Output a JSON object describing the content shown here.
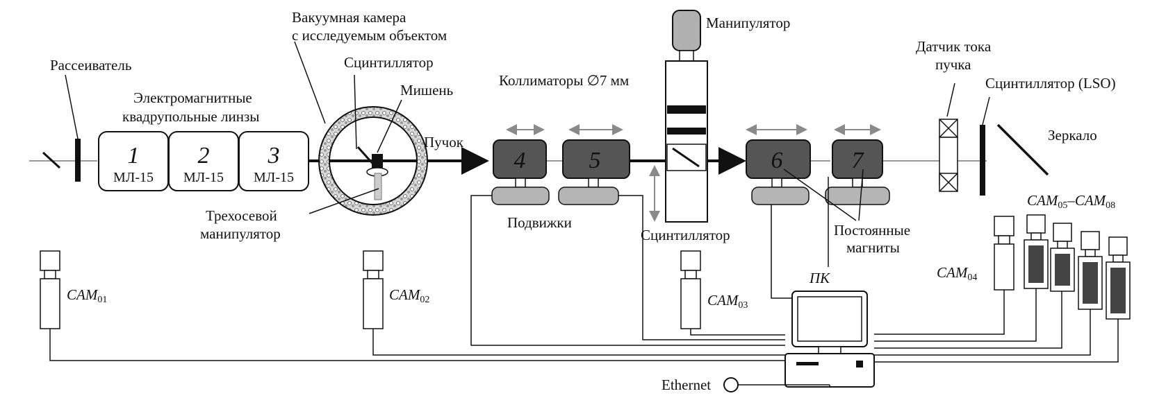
{
  "labels": {
    "scatterer": "Рассеиватель",
    "quad_lenses_1": "Электромагнитные",
    "quad_lenses_2": "квадрупольные линзы",
    "vacuum_1": "Вакуумная камера",
    "vacuum_2": "с исследуемым объектом",
    "scint_top": "Сцинтиллятор",
    "target": "Мишень",
    "beam": "Пучок",
    "three_axis_1": "Трехосевой",
    "three_axis_2": "манипулятор",
    "manipulator": "Манипулятор",
    "collimators": "Коллиматоры ∅7 мм",
    "stages": "Подвижки",
    "scint_mid": "Сцинтиллятор",
    "current_1": "Датчик тока",
    "current_2": "пучка",
    "scint_lso": "Сцинтиллятор (LSO)",
    "mirror": "Зеркало",
    "perm_1": "Постоянные",
    "perm_2": "магниты",
    "pc": "ПК",
    "ethernet": "Ethernet"
  },
  "lenses": [
    {
      "num": "1",
      "name": "МЛ-15"
    },
    {
      "num": "2",
      "name": "МЛ-15"
    },
    {
      "num": "3",
      "name": "МЛ-15"
    }
  ],
  "magnets": [
    "4",
    "5",
    "6",
    "7"
  ],
  "cameras": {
    "cam": "CAM",
    "c01": "01",
    "c02": "02",
    "c03": "03",
    "c04": "04",
    "c05": "05",
    "dash": "–",
    "c08": "08"
  },
  "colors": {
    "line": "#111111",
    "magnet_fill": "#555555",
    "stage_fill": "#b5b5b5",
    "arrow_grey": "#8a8a8a",
    "manip_fill": "#b0b0b0",
    "cam_dark": "#444444"
  }
}
